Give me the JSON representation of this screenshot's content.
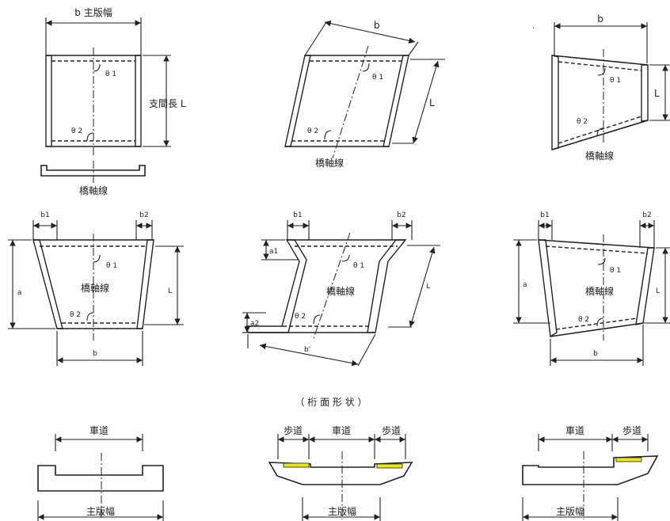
{
  "labels": {
    "main_width_top": "b 主版幅",
    "b": "b",
    "b_prime": "b'",
    "L": "L",
    "support_length": "支間長 L",
    "theta1": "θ 1",
    "theta2": "θ 2",
    "bridge_axis": "橋軸線",
    "b1": "b1",
    "b2": "b2",
    "a": "a",
    "a1": "a1",
    "a2": "a2",
    "caption": "（ 桁 面 形 状 ）",
    "roadway": "車道",
    "sidewalk": "歩道",
    "main_width": "主版幅"
  },
  "colors": {
    "line": "#222222",
    "sidewalk_fill": "#f2e21a",
    "background": "#ffffff"
  }
}
